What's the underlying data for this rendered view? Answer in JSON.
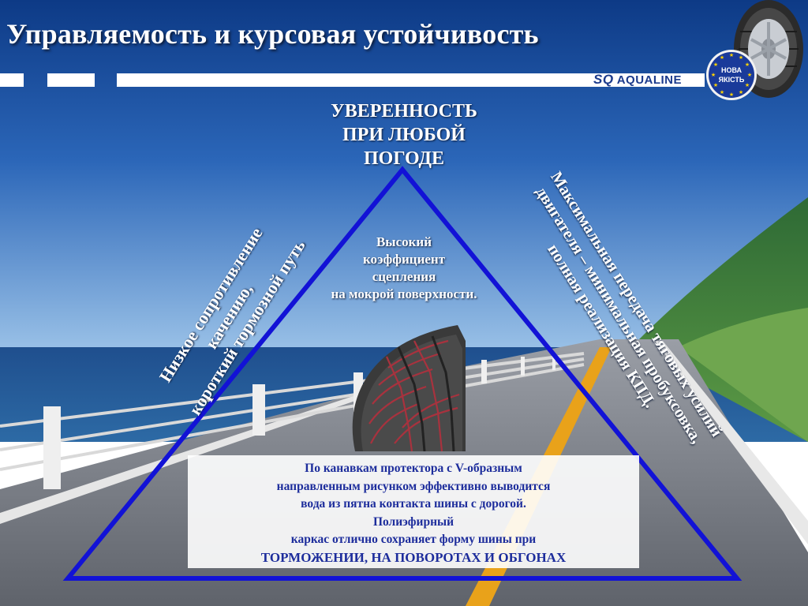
{
  "title": "Управляемость и курсовая устойчивость",
  "logo": {
    "mark": "SQ",
    "name": "AQUALINE"
  },
  "badge": {
    "line1": "НОВА",
    "line2": "ЯКІСТЬ"
  },
  "apex_lines": [
    "УВЕРЕННОСТЬ",
    "ПРИ ЛЮБОЙ",
    "ПОГОДЕ"
  ],
  "inner_lines": [
    "Высокий",
    "коэффициент",
    "сцепления",
    "на мокрой поверхности."
  ],
  "left_side_lines": [
    "Низкое сопротивление",
    "качению,",
    "короткий тормозной путь"
  ],
  "right_side_lines": [
    "Максимальная передача тяговых усилий",
    "двигателя – минимальная пробуксовка,",
    "полная реализация КПД."
  ],
  "info_lines": [
    "По канавкам протектора с V-образным",
    "направленным рисунком эффективно  выводится",
    "вода  из пятна контакта шины с дорогой.",
    "Полиэфирный",
    "каркас отлично сохраняет форму шины при",
    "ТОРМОЖЕНИИ, НА ПОВОРОТАХ  И ОБГОНАХ"
  ],
  "colors": {
    "triangle": "#1212d6",
    "info_text": "#1d2d9c",
    "logo": "#1b3a8c",
    "badge": "#1a3a9a",
    "stars": "#ffd200"
  },
  "icons": [
    "tire-icon",
    "badge-seal-icon",
    "tire-tread-icon"
  ]
}
